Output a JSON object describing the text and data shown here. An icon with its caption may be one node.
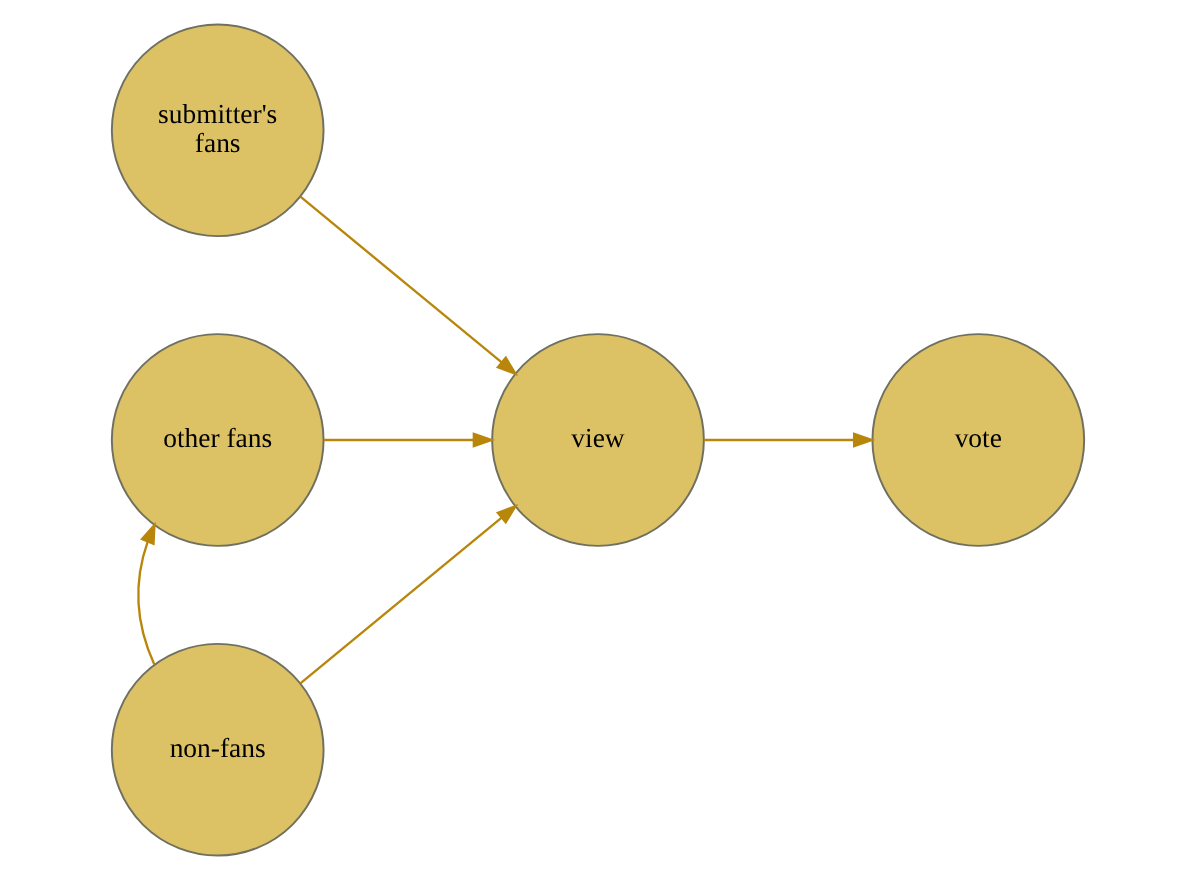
{
  "diagram": {
    "nodes": [
      {
        "text": [
          "submitter's fans"
        ]
      },
      {
        "text": [
          "other fans"
        ]
      },
      {
        "text": [
          "non-fans"
        ]
      },
      {
        "text": [
          "view"
        ]
      },
      {
        "text": [
          "vote"
        ]
      }
    ],
    "edges": [
      {
        "from": 0,
        "to": 3,
        "arrow": "to"
      },
      {
        "from": 1,
        "to": 3,
        "arrow": "to"
      },
      {
        "from": 2,
        "to": 3,
        "arrow": "to"
      },
      {
        "from": 2,
        "to": 1,
        "arrow": "to"
      },
      {
        "from": 3,
        "to": 4,
        "arrow": "to"
      }
    ]
  }
}
